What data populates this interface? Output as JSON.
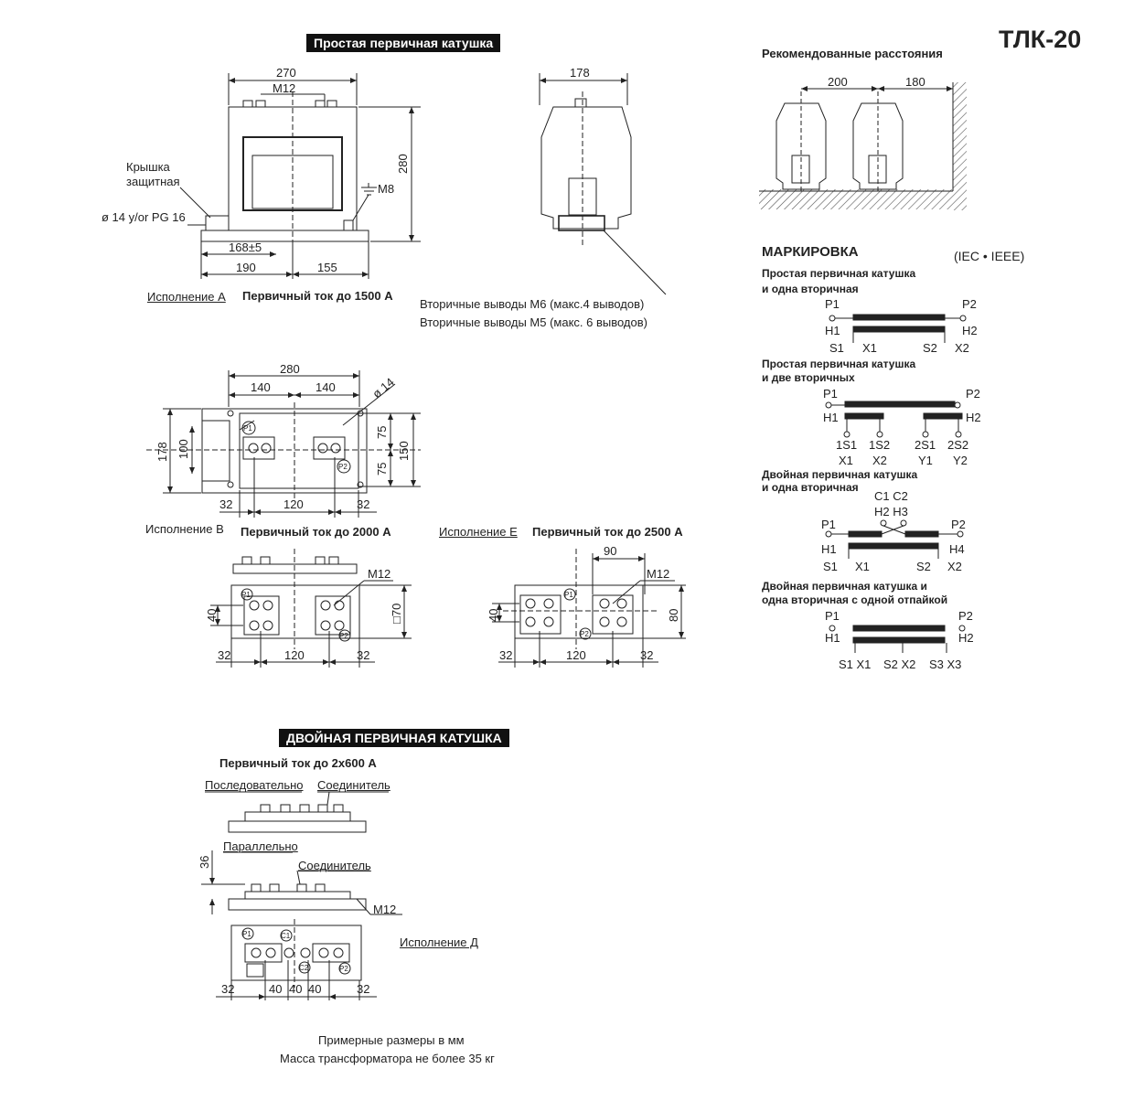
{
  "doc_title": "ТЛК-20",
  "single_primary": {
    "banner": "Простая первичная катушка",
    "dim_270": "270",
    "dim_178": "178",
    "m12": "M12",
    "dim_280v": "280",
    "cover_label_1": "Крышка",
    "cover_label_2": "защитная",
    "m8": "M8",
    "pg16": "ø 14 у/or PG 16",
    "dim_168": "168±5",
    "dim_190": "190",
    "dim_155": "155",
    "version_a": "Исполнение А",
    "current_a": "Первичный ток до 1500 А",
    "secondary_m6": "Вторичные выводы М6 (макс.4 выводов)",
    "secondary_m5": "Вторичные выводы М5 (макс. 6 выводов)"
  },
  "plan_b": {
    "dim_280": "280",
    "dim_140a": "140",
    "dim_140b": "140",
    "dim_d14": "ø 14",
    "dim_178": "178",
    "dim_100": "100",
    "dim_75a": "75",
    "dim_75b": "75",
    "dim_150": "150",
    "dim_32a": "32",
    "dim_120": "120",
    "dim_32b": "32",
    "p1": "P1",
    "p2": "P2",
    "version_b": "Исполнение В",
    "current_b": "Первичный ток до 2000 А"
  },
  "view_b2": {
    "m12": "M12",
    "dim_40": "40",
    "dim_70": "□70",
    "dim_32a": "32",
    "dim_120": "120",
    "dim_32b": "32",
    "p1": "P1",
    "p2": "P2"
  },
  "view_e": {
    "version_e": "Исполнение Е",
    "current_e": "Первичный ток до 2500 А",
    "dim_90": "90",
    "m12": "M12",
    "dim_40": "40",
    "dim_80": "80",
    "dim_32a": "32",
    "dim_120": "120",
    "dim_32b": "32",
    "p1": "P1",
    "p2": "P2"
  },
  "double_primary": {
    "banner": "ДВОЙНАЯ ПЕРВИЧНАЯ КАТУШКА",
    "current": "Первичный ток до 2х600 А",
    "series": "Последовательно",
    "connector1": "Соединитель",
    "parallel": "Параллельно",
    "connector2": "Соединитель",
    "dim_36": "36",
    "m12": "M12",
    "version_d": "Исполнение Д",
    "dim_32a": "32",
    "dim_40a": "40",
    "dim_40b": "40",
    "dim_40c": "40",
    "dim_32b": "32",
    "p1": "P1",
    "p2": "P2",
    "c1": "C1",
    "c2": "C2"
  },
  "footer": {
    "line1": "Примерные размеры в мм",
    "line2": "Масса трансформатора не более 35 кг"
  },
  "distances": {
    "title": "Рекомендованные расстояния",
    "dim_200": "200",
    "dim_180": "180"
  },
  "marking": {
    "title": "МАРКИРОВКА",
    "standards": "(IEC • IEEE)",
    "d1": {
      "title1": "Простая первичная катушка",
      "title2": "и одна вторичная",
      "p1": "P1",
      "p2": "P2",
      "h1": "H1",
      "h2": "H2",
      "s1": "S1",
      "x1": "X1",
      "s2": "S2",
      "x2": "X2"
    },
    "d2": {
      "title1": "Простая первичная катушка",
      "title2": "и две вторичных",
      "p1": "P1",
      "p2": "P2",
      "h1": "H1",
      "h2": "H2",
      "s11": "1S1",
      "s12": "1S2",
      "s21": "2S1",
      "s22": "2S2",
      "x1": "X1",
      "x2": "X2",
      "y1": "Y1",
      "y2": "Y2"
    },
    "d3": {
      "title1": "Двойная первичная катушка",
      "title2": "и одна вторичная",
      "c1c2": "C1 C2",
      "h2h3": "H2 H3",
      "p1": "P1",
      "p2": "P2",
      "h1": "H1",
      "h4": "H4",
      "s1": "S1",
      "x1": "X1",
      "s2": "S2",
      "x2": "X2"
    },
    "d4": {
      "title1": "Двойная первичная катушка и",
      "title2": "одна вторичная с одной отпайкой",
      "p1": "P1",
      "p2": "P2",
      "h1": "H1",
      "h2": "H2",
      "s1x1": "S1 X1",
      "s2x2": "S2  X2",
      "s3x3": "S3 X3"
    }
  }
}
